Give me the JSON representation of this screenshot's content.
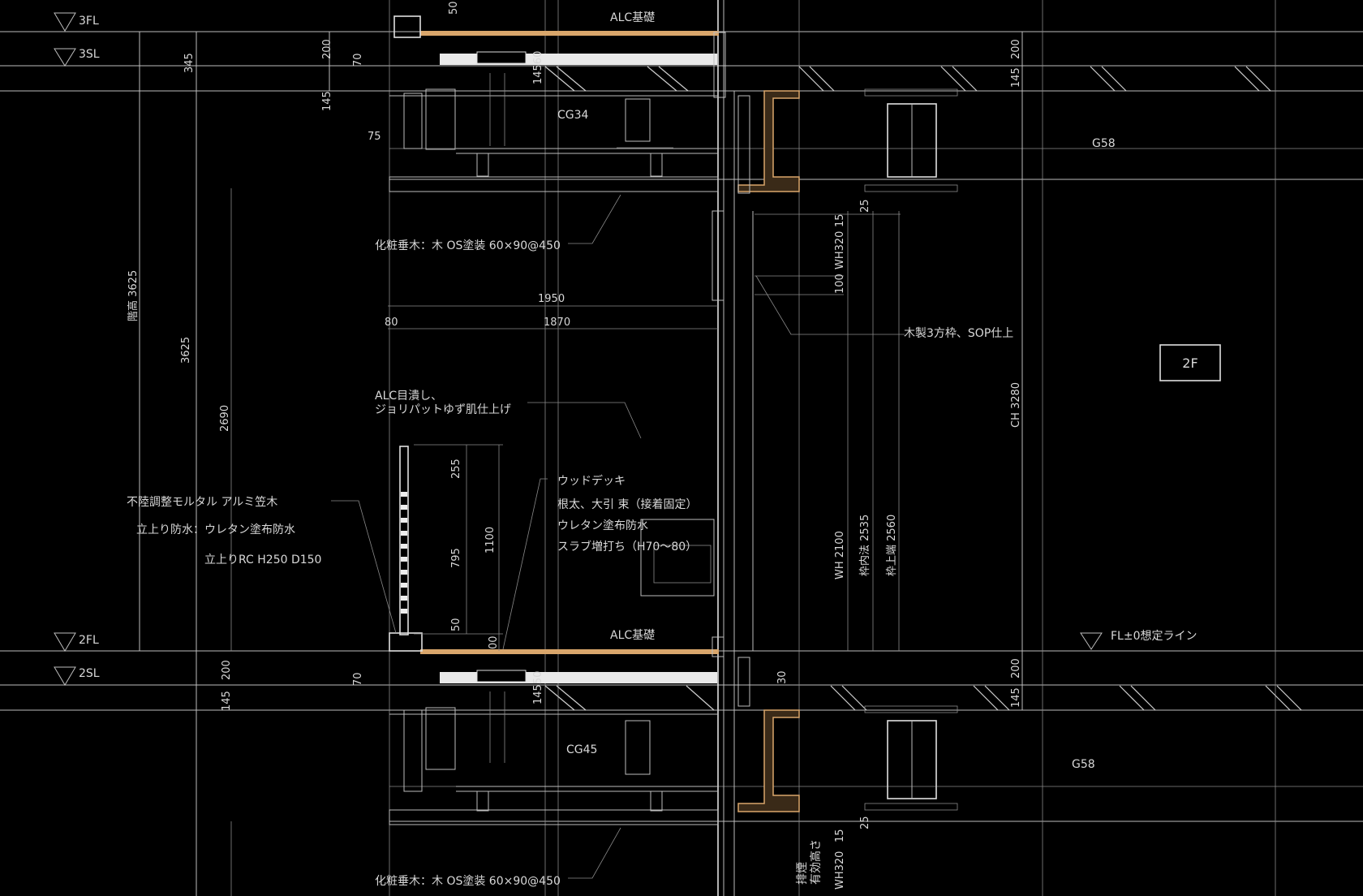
{
  "colors": {
    "background": "#000000",
    "line": "#bdbdbd",
    "timber": "#d9a66b",
    "text": "#d8d8d8"
  },
  "levels": {
    "fl3": "3FL",
    "sl3": "3SL",
    "fl2": "2FL",
    "sl2": "2SL",
    "fl0": "FL±0想定ライン"
  },
  "room": "2F",
  "beams": {
    "cg_top": "CG34",
    "cg_bottom": "CG45",
    "g_top": "G58",
    "g_bottom": "G58"
  },
  "notes": {
    "alc_top": "ALC基礎",
    "alc_bottom": "ALC基礎",
    "rafter_top": "化粧垂木：木 OS塗装 60×90@450",
    "rafter_bottom": "化粧垂木：木 OS塗装 60×90@450",
    "frame": "木製3方枠、SOP仕上",
    "alc_finish_1": "ALC目潰し、",
    "alc_finish_2": "ジョリパットゆず肌仕上げ",
    "deck_1": "ウッドデッキ",
    "deck_2": "根太、大引 束（接着固定）",
    "deck_3": "ウレタン塗布防水",
    "deck_4": "スラブ増打ち（H70〜80）",
    "parapet_1": "不陸調整モルタル アルミ笠木",
    "parapet_2": "立上り防水：ウレタン塗布防水",
    "parapet_3": "立上りRC H250 D150",
    "hood_1": "排煙",
    "hood_2": "有効高さ"
  },
  "dims": {
    "storey_label": "階高 3625",
    "storey": "3625",
    "d2690": "2690",
    "d345": "345",
    "d145a": "145",
    "d200a": "200",
    "d70a": "70",
    "d50a": "50",
    "d14560": "14560",
    "d75": "75",
    "d1950": "1950",
    "d80": "80",
    "d1870": "1870",
    "d255": "255",
    "d1100": "1100",
    "d795": "795",
    "d50b": "50",
    "d00": "00",
    "d200b": "200",
    "d70b": "70",
    "d145b": "145",
    "d14550": "14550",
    "d30": "30",
    "d25a": "25",
    "d15a": "15",
    "wh320a": "WH320",
    "d100": "100",
    "wh2100": "WH 2100",
    "w2535": "枠内法 2535",
    "w2560": "枠上端 2560",
    "ch3280": "CH 3280",
    "r200a": "200",
    "r145a": "145",
    "r200b": "200",
    "r145b": "145",
    "d25b": "25",
    "d15b": "15",
    "wh320b": "WH320"
  }
}
